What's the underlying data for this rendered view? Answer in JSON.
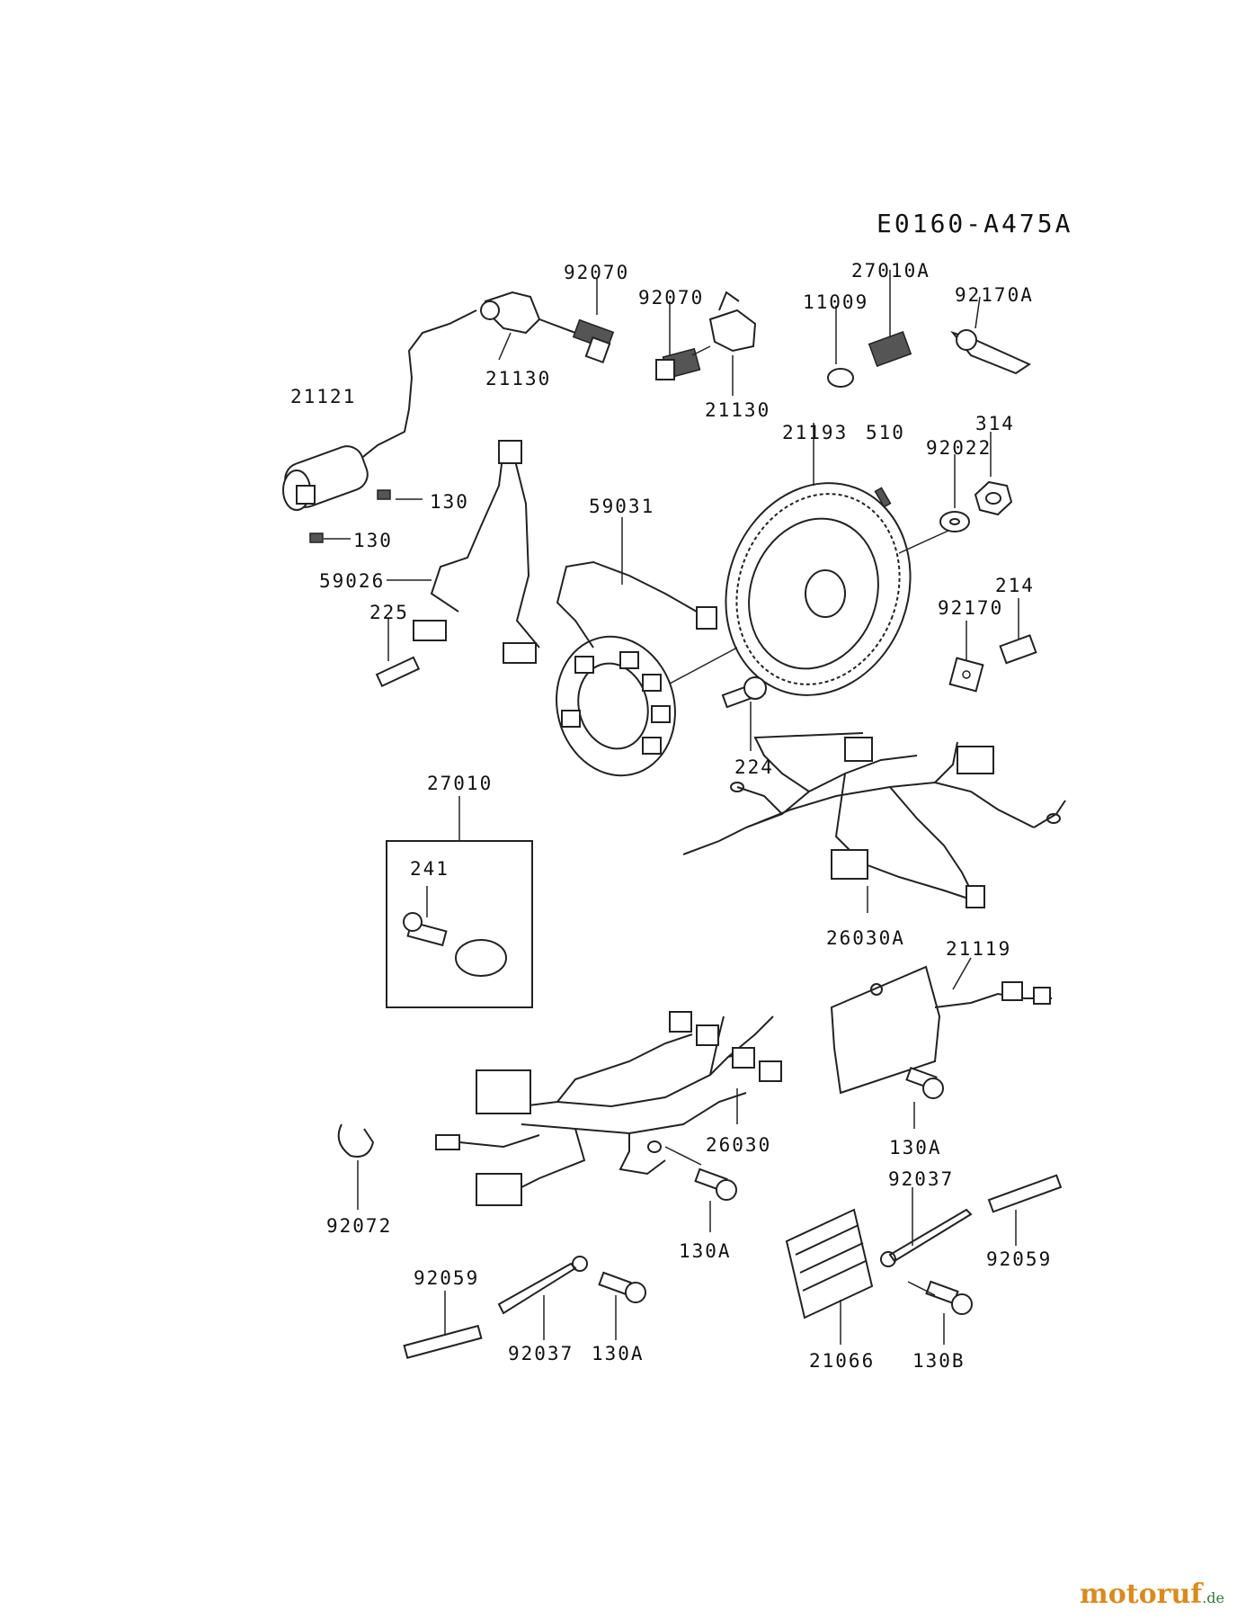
{
  "diagram_code": "E0160-A475A",
  "watermark": {
    "brand": "motoruf",
    "suffix": ".de"
  },
  "parts": [
    {
      "id": "92070a",
      "number": "92070"
    },
    {
      "id": "92070b",
      "number": "92070"
    },
    {
      "id": "27010a",
      "number": "27010A"
    },
    {
      "id": "11009",
      "number": "11009"
    },
    {
      "id": "92170a",
      "number": "92170A"
    },
    {
      "id": "21121",
      "number": "21121"
    },
    {
      "id": "21130a",
      "number": "21130"
    },
    {
      "id": "21130b",
      "number": "21130"
    },
    {
      "id": "21193",
      "number": "21193"
    },
    {
      "id": "510",
      "number": "510"
    },
    {
      "id": "92022",
      "number": "92022"
    },
    {
      "id": "314",
      "number": "314"
    },
    {
      "id": "130a",
      "number": "130"
    },
    {
      "id": "130b",
      "number": "130"
    },
    {
      "id": "59031",
      "number": "59031"
    },
    {
      "id": "59026",
      "number": "59026"
    },
    {
      "id": "225",
      "number": "225"
    },
    {
      "id": "214",
      "number": "214"
    },
    {
      "id": "92170",
      "number": "92170"
    },
    {
      "id": "224",
      "number": "224"
    },
    {
      "id": "27010",
      "number": "27010"
    },
    {
      "id": "241",
      "number": "241"
    },
    {
      "id": "26030A",
      "number": "26030A"
    },
    {
      "id": "21119",
      "number": "21119"
    },
    {
      "id": "26030",
      "number": "26030"
    },
    {
      "id": "130A-a",
      "number": "130A"
    },
    {
      "id": "130A-b",
      "number": "130A"
    },
    {
      "id": "92072",
      "number": "92072"
    },
    {
      "id": "92037a",
      "number": "92037"
    },
    {
      "id": "92059a",
      "number": "92059"
    },
    {
      "id": "92059b",
      "number": "92059"
    },
    {
      "id": "92037b",
      "number": "92037"
    },
    {
      "id": "130A-c",
      "number": "130A"
    },
    {
      "id": "21066",
      "number": "21066"
    },
    {
      "id": "130B",
      "number": "130B"
    }
  ]
}
